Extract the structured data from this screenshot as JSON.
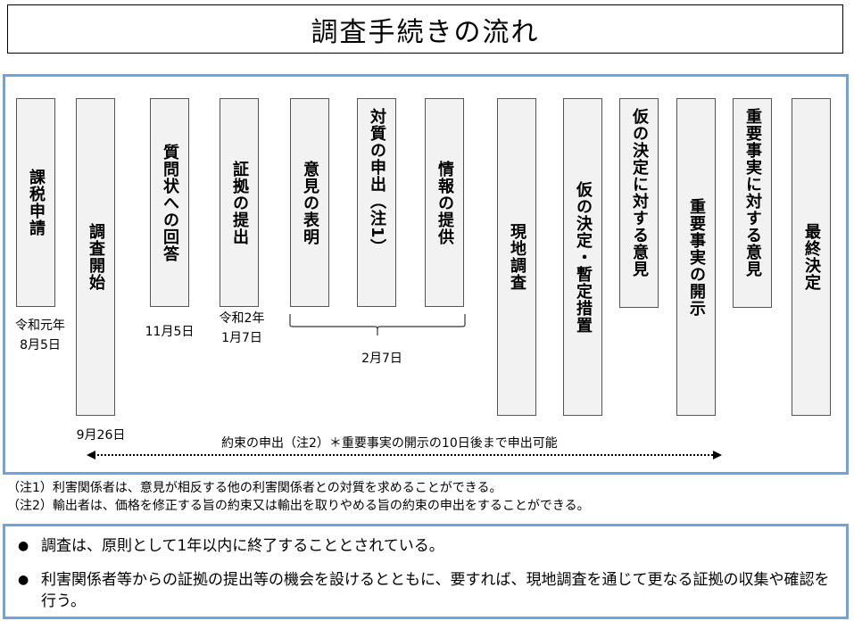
{
  "title": "調査手続きの流れ",
  "steps": [
    {
      "label": "課税申請"
    },
    {
      "label": "調査開始"
    },
    {
      "label": "質問状への回答"
    },
    {
      "label": "証拠の提出"
    },
    {
      "label": "意見の表明"
    },
    {
      "label": "対質の申出（注1）"
    },
    {
      "label": "情報の提供"
    },
    {
      "label": "現地調査"
    },
    {
      "label": "仮の決定・暫定措置"
    },
    {
      "label": "仮の決定に対する意見"
    },
    {
      "label": "重要事実の開示"
    },
    {
      "label": "重要事実に対する意見"
    },
    {
      "label": "最終決定"
    }
  ],
  "dates": {
    "d1a": "令和元年",
    "d1b": "8月5日",
    "d2": "9月26日",
    "d3": "11月5日",
    "d4a": "令和2年",
    "d4b": "1月7日",
    "d5": "2月7日"
  },
  "arrow_label": "約束の申出（注2）＊重要事実の開示の10日後まで申出可能",
  "notes": [
    "（注1）利害関係者は、意見が相反する他の利害関係者との対質を求めることができる。",
    "（注2）輸出者は、価格を修正する旨の約束又は輸出を取りやめる旨の約束の申出をすることができる。"
  ],
  "bullets": [
    "調査は、原則として1年以内に終了することとされている。",
    "利害関係者等からの証拠の提出等の機会を設けるとともに、要すれば、現地調査を通じて更なる証拠の収集や確認を行う。"
  ],
  "bullet_symbol": "●",
  "colors": {
    "frame": "#6fa3dc",
    "bar_fill": "#f2f2f2"
  }
}
